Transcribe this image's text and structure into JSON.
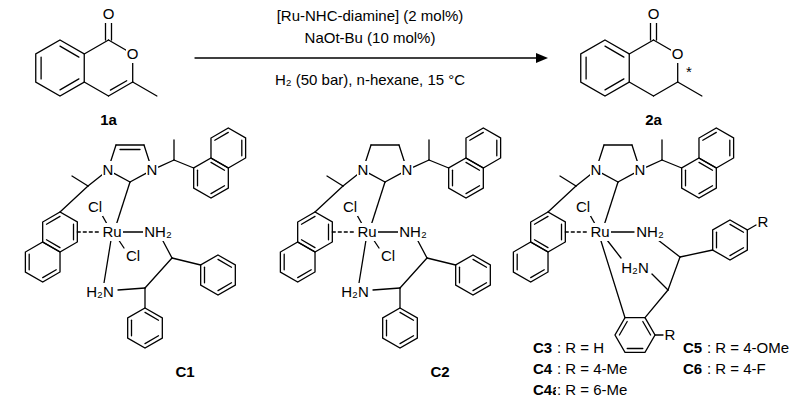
{
  "diagram": {
    "labels": [
      "O",
      "O",
      "1a",
      "[Ru-NHC-diamine] (2 mol%)",
      "NaOt-Bu (10 mol%)",
      "H₂ (50 bar), n-hexane, 15 °C",
      "O",
      "O",
      "*",
      "2a",
      "N",
      "N",
      "Cl",
      "Ru",
      "NH₂",
      "Cl",
      "H₂N",
      "C1",
      "N",
      "N",
      "Cl",
      "Ru",
      "NH₂",
      "Cl",
      "H₂N",
      "C2",
      "N",
      "N",
      "Cl",
      "Ru",
      "NH₂",
      "H₂N",
      "R",
      "R",
      "C3",
      ": R = H",
      "C5",
      ": R = 4-OMe",
      "C4",
      ": R = 4-Me",
      "C6",
      ": R = 4-F",
      "C4a",
      ": R = 6-Me"
    ]
  }
}
